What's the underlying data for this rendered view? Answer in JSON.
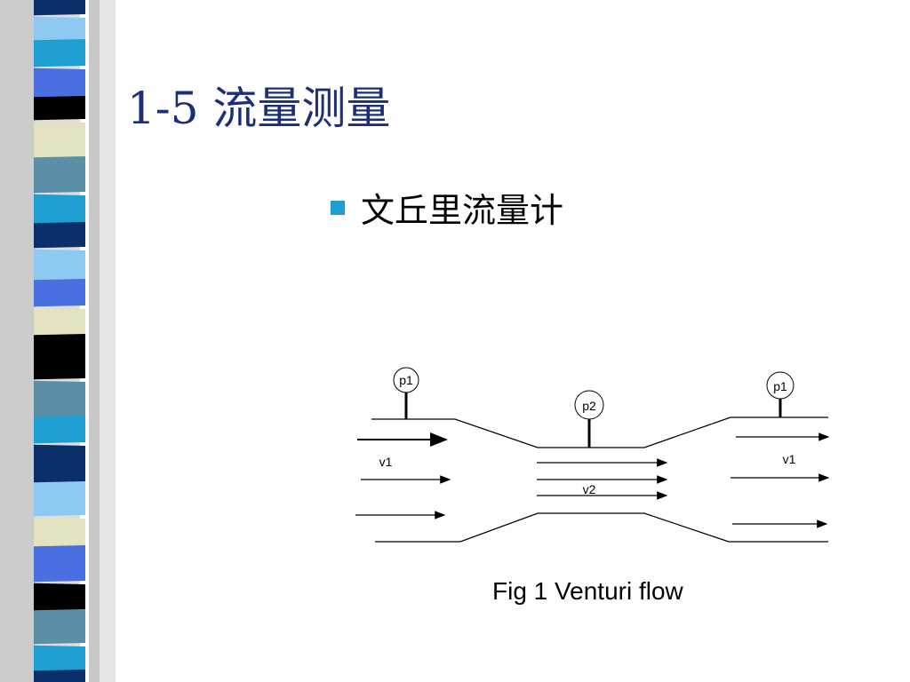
{
  "slide": {
    "title": "1-5 流量测量",
    "bullet": "文丘里流量计",
    "caption": "Fig 1 Venturi flow"
  },
  "diagram": {
    "gauge_left": "p1",
    "gauge_throat": "p2",
    "gauge_right": "p1",
    "velocity_left": "v1",
    "velocity_throat": "v2",
    "velocity_right": "v1"
  },
  "stripe_colors": [
    "#0a2f6b",
    "#1e9fd1",
    "#5b8fa8",
    "#8ec9f2",
    "#4a6fe0",
    "#000000",
    "#e3e4bf",
    "#6e9cc2"
  ]
}
